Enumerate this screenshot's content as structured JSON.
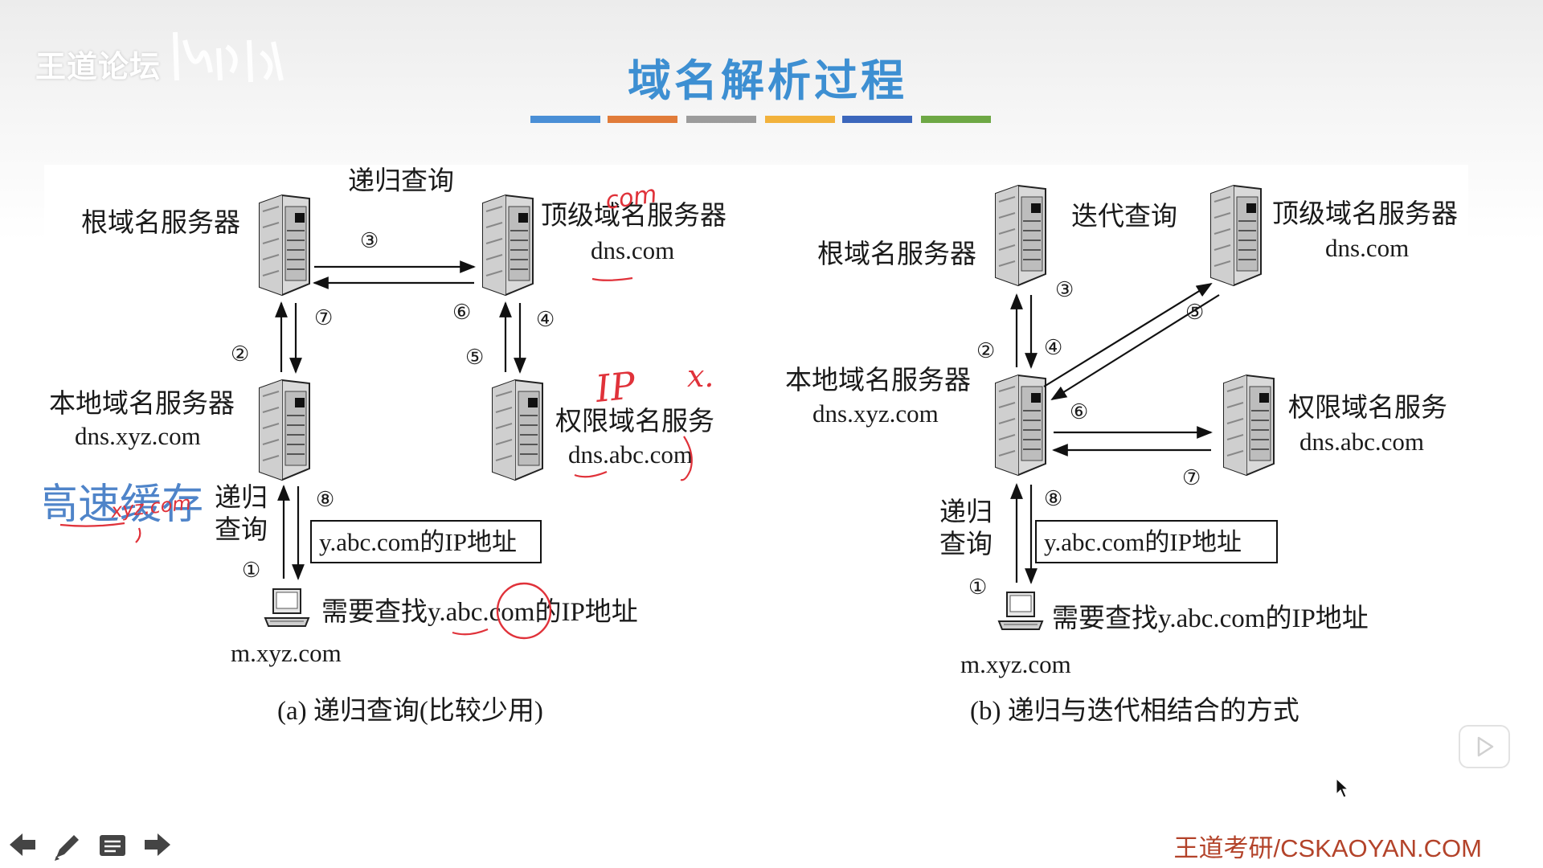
{
  "header": {
    "logo_text": "王道论坛",
    "title": "域名解析过程",
    "stripe_colors": [
      "#4a8fd6",
      "#e17c3a",
      "#9c9c9c",
      "#f2b23c",
      "#3c67bc",
      "#6ea845"
    ]
  },
  "diagram_a": {
    "label_recursive": "递归查询",
    "root_server": "根域名服务器",
    "tld_server": "顶级域名服务器",
    "tld_domain": "dns.com",
    "local_server": "本地域名服务器",
    "local_domain": "dns.xyz.com",
    "auth_server": "权限域名服务",
    "auth_domain": "dns.abc.com",
    "client_query_line1": "递归",
    "client_query_line2": "查询",
    "answer_box": "y.abc.com的IP地址",
    "client_need": "需要查找y.abc.com的IP地址",
    "client_host": "m.xyz.com",
    "caption": "(a) 递归查询(比较少用)",
    "steps": [
      "①",
      "②",
      "③",
      "④",
      "⑤",
      "⑥",
      "⑦",
      "⑧"
    ]
  },
  "diagram_b": {
    "label_iterative": "迭代查询",
    "root_server": "根域名服务器",
    "tld_server": "顶级域名服务器",
    "tld_domain": "dns.com",
    "local_server": "本地域名服务器",
    "local_domain": "dns.xyz.com",
    "auth_server": "权限域名服务",
    "auth_domain": "dns.abc.com",
    "client_query_line1": "递归",
    "client_query_line2": "查询",
    "answer_box": "y.abc.com的IP地址",
    "client_need": "需要查找y.abc.com的IP地址",
    "client_host": "m.xyz.com",
    "caption": "(b) 递归与迭代相结合的方式",
    "steps": [
      "①",
      "②",
      "③",
      "④",
      "⑤",
      "⑥",
      "⑦",
      "⑧"
    ]
  },
  "annotations": {
    "cache_note": "高速缓存",
    "com_note": "com",
    "ip_note": "IP",
    "x_note": "x.",
    "cache_sub": "xyz.com",
    "pen_color": "#e0323a",
    "cache_color": "#4f84c9"
  },
  "footer": {
    "site": "王道考研/CSKAOYAN.COM"
  },
  "nav": {
    "prev": "back-arrow-icon",
    "pen": "pen-icon",
    "menu": "menu-icon",
    "next": "forward-arrow-icon"
  }
}
